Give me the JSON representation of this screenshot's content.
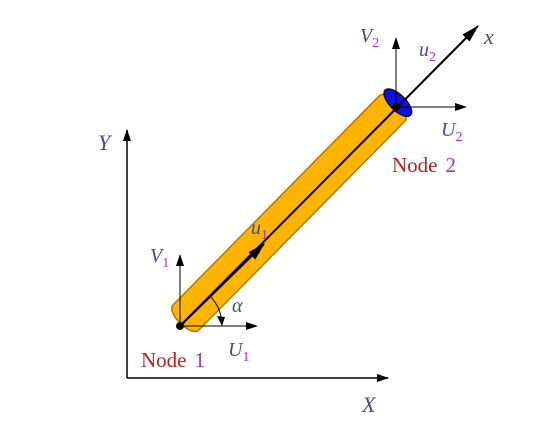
{
  "global_axes": {
    "x_label": "X",
    "y_label": "Y"
  },
  "local_axis": {
    "label": "x"
  },
  "node1": {
    "label_word": "Node",
    "label_number": "1",
    "u_letter": "u",
    "u_sub": "1",
    "U_letter": "U",
    "U_sub": "1",
    "V_letter": "V",
    "V_sub": "1"
  },
  "node2": {
    "label_word": "Node",
    "label_number": "2",
    "u_letter": "u",
    "u_sub": "2",
    "U_letter": "U",
    "U_sub": "2",
    "V_letter": "V",
    "V_sub": "2"
  },
  "angle": {
    "symbol": "α"
  },
  "colors": {
    "bar_fill": "#FFB400",
    "bar_outline": "#B07A00",
    "end_cap": "#1010E0",
    "node_label": "#B22222",
    "node_number": "#B030B0",
    "axis_label": "#4A4A8A",
    "subscript": "#B030B0",
    "stroke": "#000000"
  }
}
